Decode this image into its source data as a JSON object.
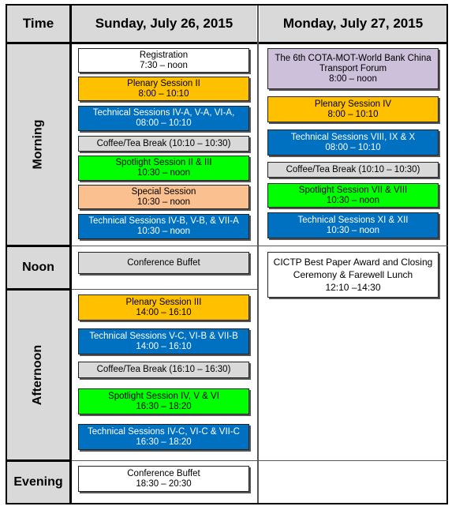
{
  "header": {
    "time": "Time",
    "day1": "Sunday, July 26, 2015",
    "day2": "Monday, July 27, 2015"
  },
  "rows": {
    "morning": "Morning",
    "noon": "Noon",
    "afternoon": "Afternoon",
    "evening": "Evening"
  },
  "day1": {
    "morning": [
      {
        "l1": "Registration",
        "l2": "7:30 – noon"
      },
      {
        "l1": "Plenary Session II",
        "l2": "8:00 – 10:10"
      },
      {
        "l1": "Technical Sessions IV-A, V-A, VI-A,",
        "l2": "08:00 – 10:10"
      },
      {
        "l1": "Coffee/Tea Break (10:10 – 10:30)"
      },
      {
        "l1": "Spotlight Session II & III",
        "l2": "10:30 – noon"
      },
      {
        "l1": "Special Session",
        "l2": "10:30 – noon"
      },
      {
        "l1": "Technical Sessions IV-B, V-B, & VII-A",
        "l2": "10:30 – noon"
      }
    ],
    "noon": [
      {
        "l1": "Conference Buffet"
      }
    ],
    "afternoon": [
      {
        "l1": "Plenary Session III",
        "l2": "14:00 – 16:10"
      },
      {
        "l1": "Technical Sessions V-C, VI-B & VII-B",
        "l2": "14:00 – 16:10"
      },
      {
        "l1": "Coffee/Tea Break (16:10 – 16:30)"
      },
      {
        "l1": "Spotlight Session IV, V & VI",
        "l2": "16:30 – 18:20"
      },
      {
        "l1": "Technical Sessions IV-C, VI-C & VII-C",
        "l2": "16:30 – 18:20"
      }
    ],
    "evening": [
      {
        "l1": "Conference Buffet",
        "l2": "18:30 – 20:30"
      }
    ]
  },
  "day2": {
    "morning": [
      {
        "l1": "The 6th COTA-MOT-World Bank China",
        "l2": "Transport Forum",
        "l3": "8:00 – noon"
      },
      {
        "l1": "Plenary Session IV",
        "l2": "8:00 – 10:10"
      },
      {
        "l1": "Technical Sessions VIII, IX & X",
        "l2": "08:00 – 10:10"
      },
      {
        "l1": "Coffee/Tea Break (10:10 – 10:30)"
      },
      {
        "l1": "Spotlight Session VII & VIII",
        "l2": "10:30 – noon"
      },
      {
        "l1": "Technical Sessions XI & XII",
        "l2": "10:30 – noon"
      }
    ],
    "noon": [
      {
        "l1": "CICTP Best Paper Award and Closing",
        "l2": "Ceremony & Farewell Lunch",
        "l3": "12:10 –14:30"
      }
    ]
  },
  "colors": {
    "header_gray": "#d9d9d9",
    "orange": "#ffc000",
    "blue": "#0070c0",
    "green": "#00ff00",
    "peach": "#fac090",
    "lavender": "#ccc0da"
  }
}
